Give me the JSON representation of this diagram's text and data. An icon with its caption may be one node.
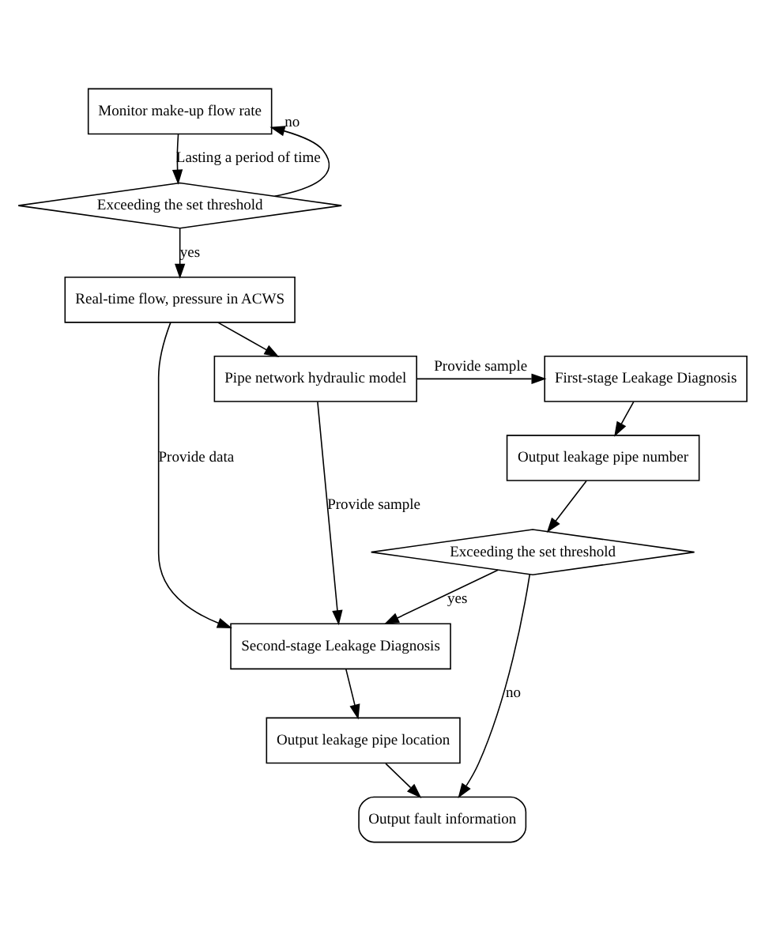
{
  "diagram": {
    "nodes": [
      {
        "text": [
          "Monitor make-up flow rate"
        ]
      },
      {
        "text": [
          "Exceeding the set threshold"
        ]
      },
      {
        "text": [
          "Real-time flow, pressure in ACWS"
        ]
      },
      {
        "text": [
          "Pipe network hydraulic model"
        ]
      },
      {
        "text": [
          "First-stage Leakage Diagnosis"
        ]
      },
      {
        "text": [
          "Output leakage pipe number"
        ]
      },
      {
        "text": [
          "Exceeding the set threshold"
        ]
      },
      {
        "text": [
          "Second-stage Leakage Diagnosis"
        ]
      },
      {
        "text": [
          "Output leakage pipe location"
        ]
      },
      {
        "text": [
          "Output fault information"
        ]
      }
    ],
    "edges": [
      {
        "from": 0,
        "to": 1,
        "arrow": "to",
        "label": "Lasting a period of time"
      },
      {
        "from": 1,
        "to": 0,
        "arrow": "to",
        "label": "no"
      },
      {
        "from": 1,
        "to": 2,
        "arrow": "to",
        "label": "yes"
      },
      {
        "from": 2,
        "to": 3,
        "arrow": "to"
      },
      {
        "from": 2,
        "to": 7,
        "arrow": "to",
        "label": "Provide data"
      },
      {
        "from": 3,
        "to": 4,
        "arrow": "to",
        "label": "Provide sample"
      },
      {
        "from": 3,
        "to": 7,
        "arrow": "to",
        "label": "Provide sample"
      },
      {
        "from": 4,
        "to": 5,
        "arrow": "to"
      },
      {
        "from": 5,
        "to": 6,
        "arrow": "to"
      },
      {
        "from": 6,
        "to": 7,
        "arrow": "to",
        "label": "yes"
      },
      {
        "from": 6,
        "to": 9,
        "arrow": "to",
        "label": "no"
      },
      {
        "from": 7,
        "to": 8,
        "arrow": "to"
      },
      {
        "from": 8,
        "to": 9,
        "arrow": "to"
      }
    ]
  }
}
